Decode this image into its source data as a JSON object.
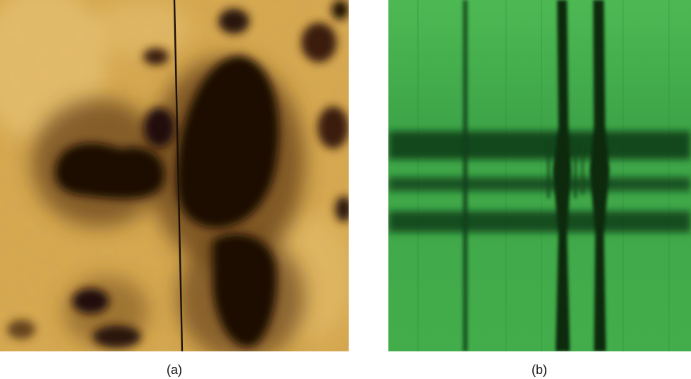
{
  "figure": {
    "panel_a": {
      "caption": "(a)",
      "content": "sunspot-photo",
      "colors": {
        "photosphere": "#d8a94e",
        "highlight": "#e9c679",
        "umbra": "#1b0c05",
        "penumbra": "#6a4418",
        "slit_line": "#1a1208"
      }
    },
    "panel_b": {
      "caption": "(b)",
      "content": "spectrum-with-absorption-lines",
      "colors": {
        "background": "#3faa4a",
        "light": "#5cc85f",
        "dark_band": "#0f3d17",
        "line": "#0a2a10"
      }
    }
  }
}
